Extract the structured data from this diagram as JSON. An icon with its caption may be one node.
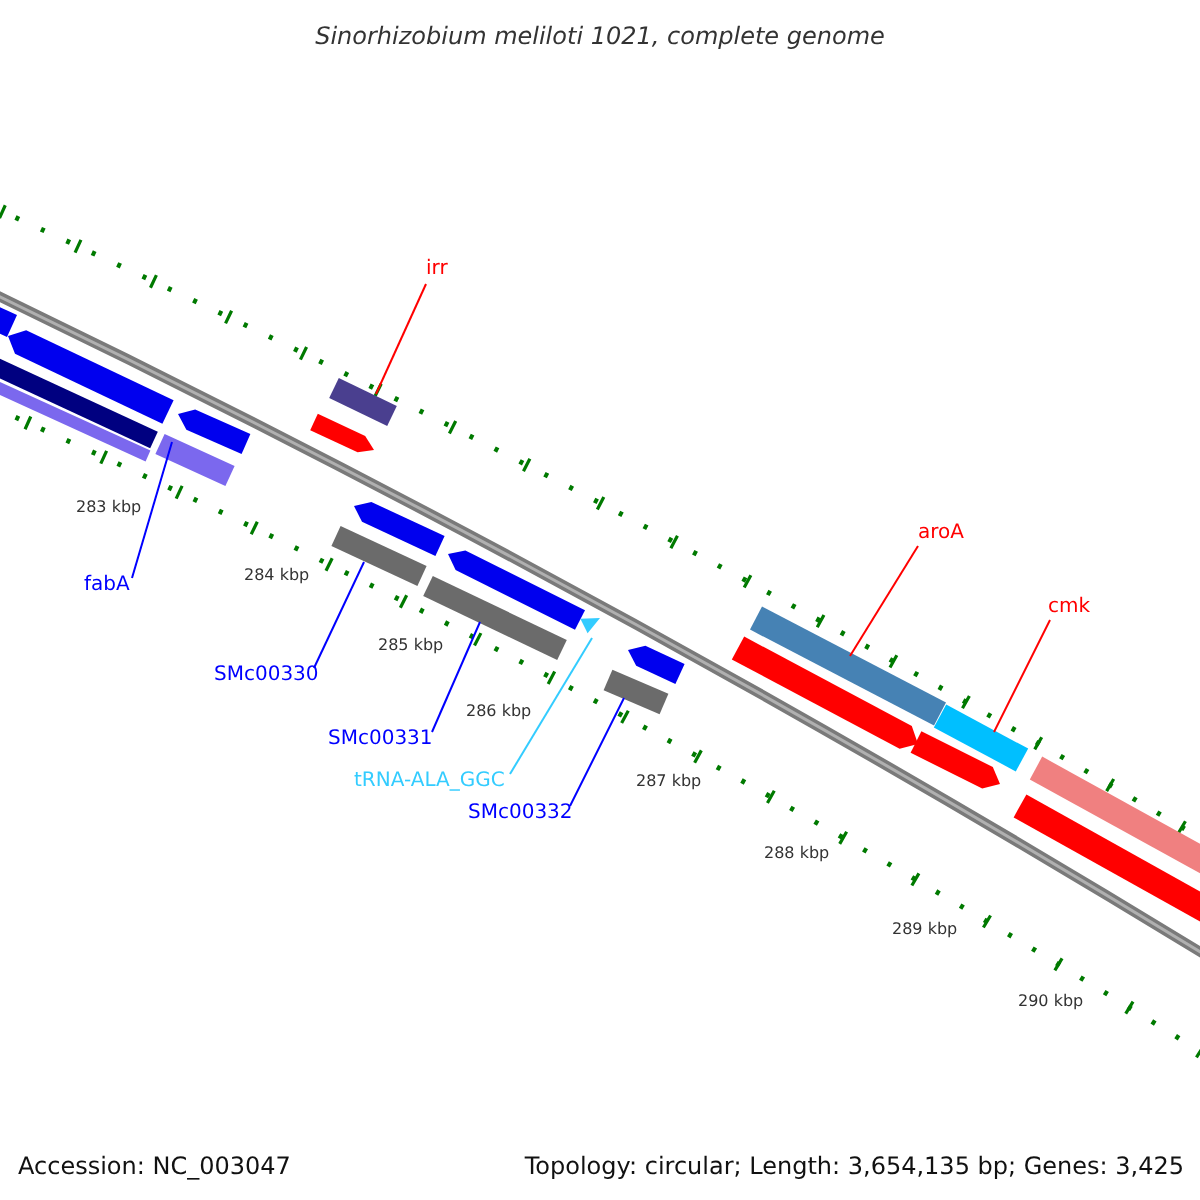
{
  "diagram": {
    "title": "Sinorhizobium meliloti 1021, complete genome",
    "nodes": [
      {
        "text": [
          "irr"
        ]
      },
      {
        "text": [],
        "shape": "bar"
      },
      {
        "text": [
          "aroA"
        ]
      },
      {
        "text": [],
        "shape": "bar"
      },
      {
        "text": [
          "cmk"
        ]
      },
      {
        "text": [],
        "shape": "bar"
      },
      {
        "text": [
          "fabA"
        ]
      },
      {
        "text": [],
        "shape": "bar"
      },
      {
        "text": [
          "SMc00330"
        ]
      },
      {
        "text": [],
        "shape": "bar"
      },
      {
        "text": [
          "SMc00331"
        ]
      },
      {
        "text": [],
        "shape": "bar"
      },
      {
        "text": [
          "tRNA-ALA_GGC"
        ]
      },
      {
        "text": [],
        "shape": "triangle"
      },
      {
        "text": [
          "SMc00332"
        ]
      },
      {
        "text": [],
        "shape": "bar"
      },
      {
        "text": [],
        "shape": "bar"
      },
      {
        "text": [],
        "shape": "pentagon"
      },
      {
        "text": [],
        "shape": "bar"
      },
      {
        "text": [],
        "shape": "bar"
      },
      {
        "text": [],
        "shape": "pentagon"
      },
      {
        "text": [],
        "shape": "pentagon"
      },
      {
        "text": [],
        "shape": "pentagon"
      },
      {
        "text": [],
        "shape": "pentagon"
      },
      {
        "text": [],
        "shape": "pentagon"
      },
      {
        "text": [],
        "shape": "pentagon"
      },
      {
        "text": [],
        "shape": "pentagon"
      },
      {
        "text": [],
        "shape": "bar"
      },
      {
        "text": [],
        "shape": "bar"
      }
    ],
    "edges": [
      {
        "from": 0,
        "to": 1,
        "arrow": "none",
        "color": "#ff0000"
      },
      {
        "from": 2,
        "to": 3,
        "arrow": "none",
        "color": "#ff0000"
      },
      {
        "from": 4,
        "to": 5,
        "arrow": "none",
        "color": "#ff0000"
      },
      {
        "from": 6,
        "to": 7,
        "arrow": "none"
      },
      {
        "from": 8,
        "to": 9,
        "arrow": "none"
      },
      {
        "from": 10,
        "to": 11,
        "arrow": "none"
      },
      {
        "from": 12,
        "to": 13,
        "arrow": "none",
        "color": "#33ccff"
      },
      {
        "from": 14,
        "to": 15,
        "arrow": "none"
      }
    ],
    "labels": [
      "283 kbp",
      "284 kbp",
      "285 kbp",
      "286 kbp",
      "287 kbp",
      "288 kbp",
      "289 kbp",
      "290 kbp",
      "Accession: NC_003047",
      "Topology: circular; Length: 3,654,135 bp; Genes: 3,425"
    ]
  }
}
